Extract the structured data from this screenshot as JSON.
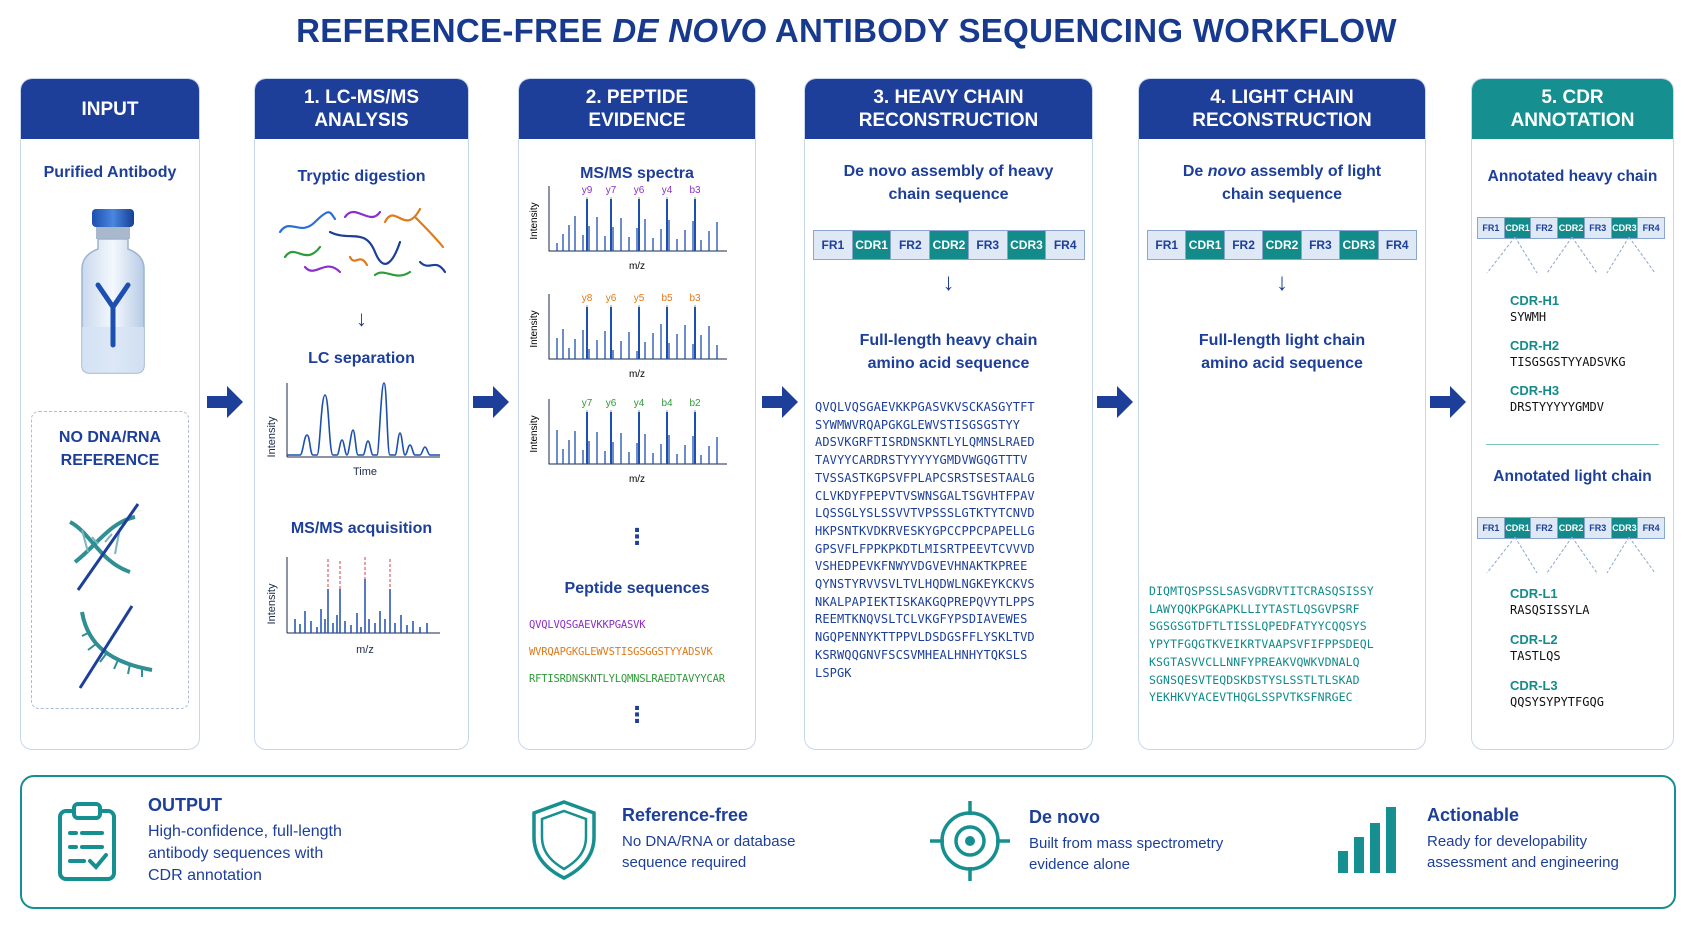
{
  "title": {
    "prefix": "REFERENCE-FREE",
    "italic": "DE NOVO",
    "suffix": "ANTIBODY SEQUENCING WORKFLOW"
  },
  "input": {
    "header": "INPUT",
    "sample_label": "Purified Antibody",
    "no_ref_line1": "NO DNA/RNA",
    "no_ref_line2": "REFERENCE"
  },
  "lcms": {
    "header_line1": "1. LC-MS/MS",
    "header_line2": "ANALYSIS",
    "digestion": "Tryptic digestion",
    "separation": "LC separation",
    "acquisition": "MS/MS acquisition",
    "axis_intensity": "Intensity",
    "axis_time": "Time",
    "axis_mz": "m/z"
  },
  "peptide": {
    "header_line1": "2. PEPTIDE",
    "header_line2": "EVIDENCE",
    "spectra_label": "MS/MS spectra",
    "axis_intensity": "Intensity",
    "axis_mz": "m/z",
    "spectra": [
      {
        "ions": [
          "y9",
          "y7",
          "y6",
          "y4",
          "b3"
        ],
        "color": "#8b2fc9"
      },
      {
        "ions": [
          "y8",
          "y6",
          "y5",
          "b5",
          "b3"
        ],
        "color": "#e07a1a"
      },
      {
        "ions": [
          "y7",
          "y6",
          "y4",
          "b4",
          "b2"
        ],
        "color": "#2f9a3a"
      }
    ],
    "ellipsis": "⋮",
    "sequences_label": "Peptide sequences",
    "sequences": [
      {
        "text": "QVQLVQSGAEVKKPGASVK",
        "color": "#8b2fc9"
      },
      {
        "text": "WVRQAPGKGLEWVSTISGSGGSTYYADSVK",
        "color": "#e07a1a"
      },
      {
        "text": "RFTISRDNSKNTLYLQMNSLRAEDTAVYYCAR",
        "color": "#2f9a3a"
      }
    ]
  },
  "heavy": {
    "header_line1": "3. HEAVY CHAIN",
    "header_line2": "RECONSTRUCTION",
    "assembly_line1": "De novo assembly of heavy",
    "assembly_line2": "chain sequence",
    "regions": [
      "FR1",
      "CDR1",
      "FR2",
      "CDR2",
      "FR3",
      "CDR3",
      "FR4"
    ],
    "arrow": "↓",
    "result_line1": "Full-length heavy chain",
    "result_line2": "amino acid sequence",
    "sequence": [
      "QVQLVQSGAEVKKPGASVKVSCKASGYTFT",
      "SYWMWVRQAPGKGLEWVSTISGSGSTYY",
      "ADSVKGRFTISRDNSKNTLYLQMNSLRAED",
      "TAVYYCARDRSTYYYYYGMDVWGQGTTTV",
      "TVSSASTKGPSVFPLAPCSRSTSESTAALG",
      "CLVKDYFPEPVTVSWNSGALTSGVHTFPAV",
      "LQSSGLYSLSSVVTVPSSSLGTKTYTCNVD",
      "HKPSNTKVDKRVESKYGPCCPPCPAPELLG",
      "GPSVFLFPPKPKDTLMISRTPEEVTCVVVD",
      "VSHEDPEVKFNWYVDGVEVHNAKTKPREE",
      "QYNSTYRVVSVLTVLHQDWLNGKEYKCKVS",
      "NKALPAPIEKTISKAKGQPREPQVYTLPPS",
      "REEMTKNQVSLTCLVKGFYPSDIAVEWES",
      "NGQPENNYKTTPPVLDSDGSFFLYSKLTVD",
      "KSRWQQGNVFSCSVMHEALHNHYTQKSLS",
      "LSPGK"
    ]
  },
  "light": {
    "header_line1": "4. LIGHT CHAIN",
    "header_line2": "RECONSTRUCTION",
    "assembly_prefix": "De",
    "assembly_italic": "novo",
    "assembly_suffix": "assembly of light",
    "assembly_line2": "chain sequence",
    "regions": [
      "FR1",
      "CDR1",
      "FR2",
      "CDR2",
      "FR3",
      "CDR3",
      "FR4"
    ],
    "arrow": "↓",
    "result_line1": "Full-length light chain",
    "result_line2": "amino acid sequence",
    "sequence": [
      "DIQMTQSPSSLSASVGDRVTITCRASQSISSY",
      "LAWYQQKPGKAPKLLIYTASTLQSGVPSRF",
      "SGSGSGTDFTLTISSLQPEDFATYYCQQSYS",
      "YPYTFGQGTKVEIKRTVAAPSVFIFPPSDEQL",
      "KSGTASVVCLLNNFYPREAKVQWKVDNALQ",
      "SGNSQESVTEQDSKDSTYSLSSTLTLSKAD",
      "YEKHKVYACEVTHQGLSSPVTKSFNRGEC"
    ]
  },
  "cdr": {
    "header_line1": "5. CDR",
    "header_line2": "ANNOTATION",
    "heavy_label": "Annotated heavy chain",
    "light_label": "Annotated light chain",
    "regions": [
      "FR1",
      "CDR1",
      "FR2",
      "CDR2",
      "FR3",
      "CDR3",
      "FR4"
    ],
    "heavy_cdrs": [
      {
        "name": "CDR-H1",
        "seq": "SYWMH"
      },
      {
        "name": "CDR-H2",
        "seq": "TISGSGSTYYADSVKG"
      },
      {
        "name": "CDR-H3",
        "seq": "DRSTYYYYYGMDV"
      }
    ],
    "light_cdrs": [
      {
        "name": "CDR-L1",
        "seq": "RASQSISSYLA"
      },
      {
        "name": "CDR-L2",
        "seq": "TASTLQS"
      },
      {
        "name": "CDR-L3",
        "seq": "QQSYSYPYTFGQG"
      }
    ]
  },
  "output": {
    "heading": "OUTPUT",
    "line1": "High-confidence, full-length",
    "line2": "antibody sequences with",
    "line3": "CDR annotation",
    "features": [
      {
        "icon": "shield-icon",
        "title": "Reference-free",
        "line1": "No DNA/RNA or database",
        "line2": "sequence required"
      },
      {
        "icon": "target-icon",
        "title": "De novo",
        "line1": "Built from mass spectrometry",
        "line2": "evidence alone"
      },
      {
        "icon": "bar-chart-icon",
        "title": "Actionable",
        "line1": "Ready for developability",
        "line2": "assessment and engineering"
      }
    ]
  },
  "colors": {
    "navy": "#1d3f9a",
    "teal": "#158f8f"
  }
}
